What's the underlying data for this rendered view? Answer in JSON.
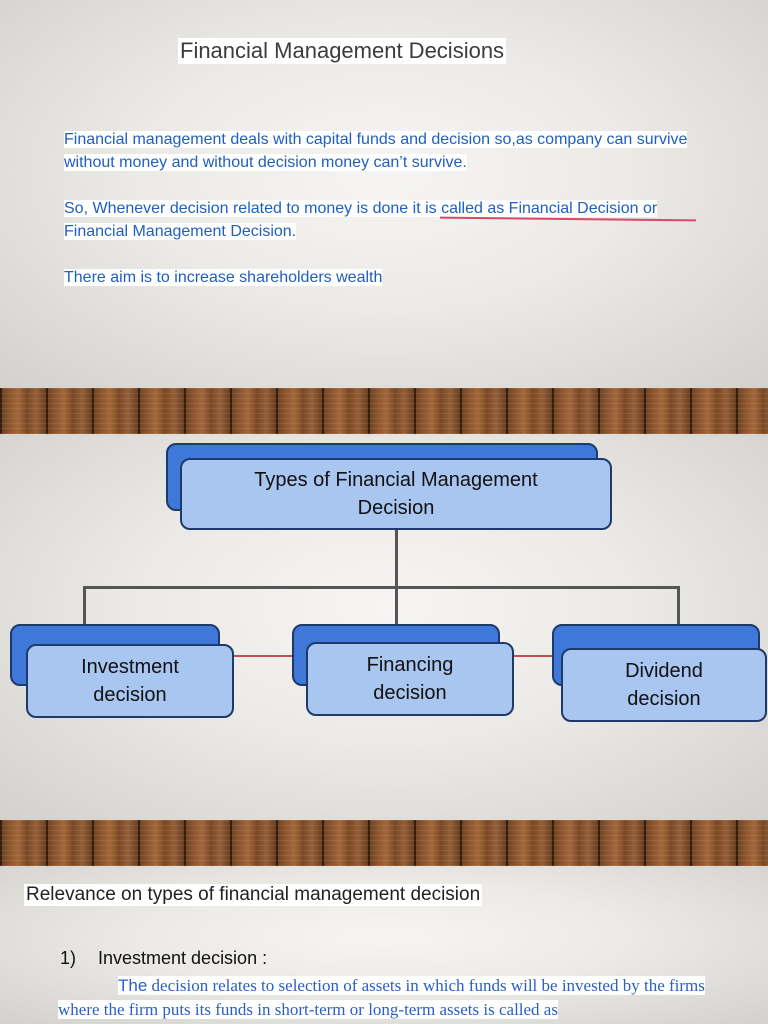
{
  "slide1": {
    "title": "Financial Management Decisions",
    "para1": "Financial management deals with capital funds and decision so,as company can survive without money and without decision money can’t survive.",
    "para2": "So, Whenever decision related to money is done it is called as Financial Decision or Financial Management Decision.",
    "para3": "There aim is to increase shareholders wealth"
  },
  "diagram": {
    "root": "Types of Financial Management Decision",
    "children": [
      "Investment decision",
      "Financing decision",
      "Dividend decision"
    ]
  },
  "slide3": {
    "title": "Relevance on types of financial management decision",
    "item_number": "1)",
    "item_heading": "Investment decision :",
    "item_text_first_word": "The",
    "item_text_rest": " decision relates to selection of assets in which funds will be invested by the firms where the firm puts its funds in short-term or long-term assets is called as"
  },
  "colors": {
    "text_blue": "#1f5fbf",
    "box_dark": "#3e78d8",
    "box_light": "#a8c6f0",
    "underline_red": "#d9486a"
  }
}
